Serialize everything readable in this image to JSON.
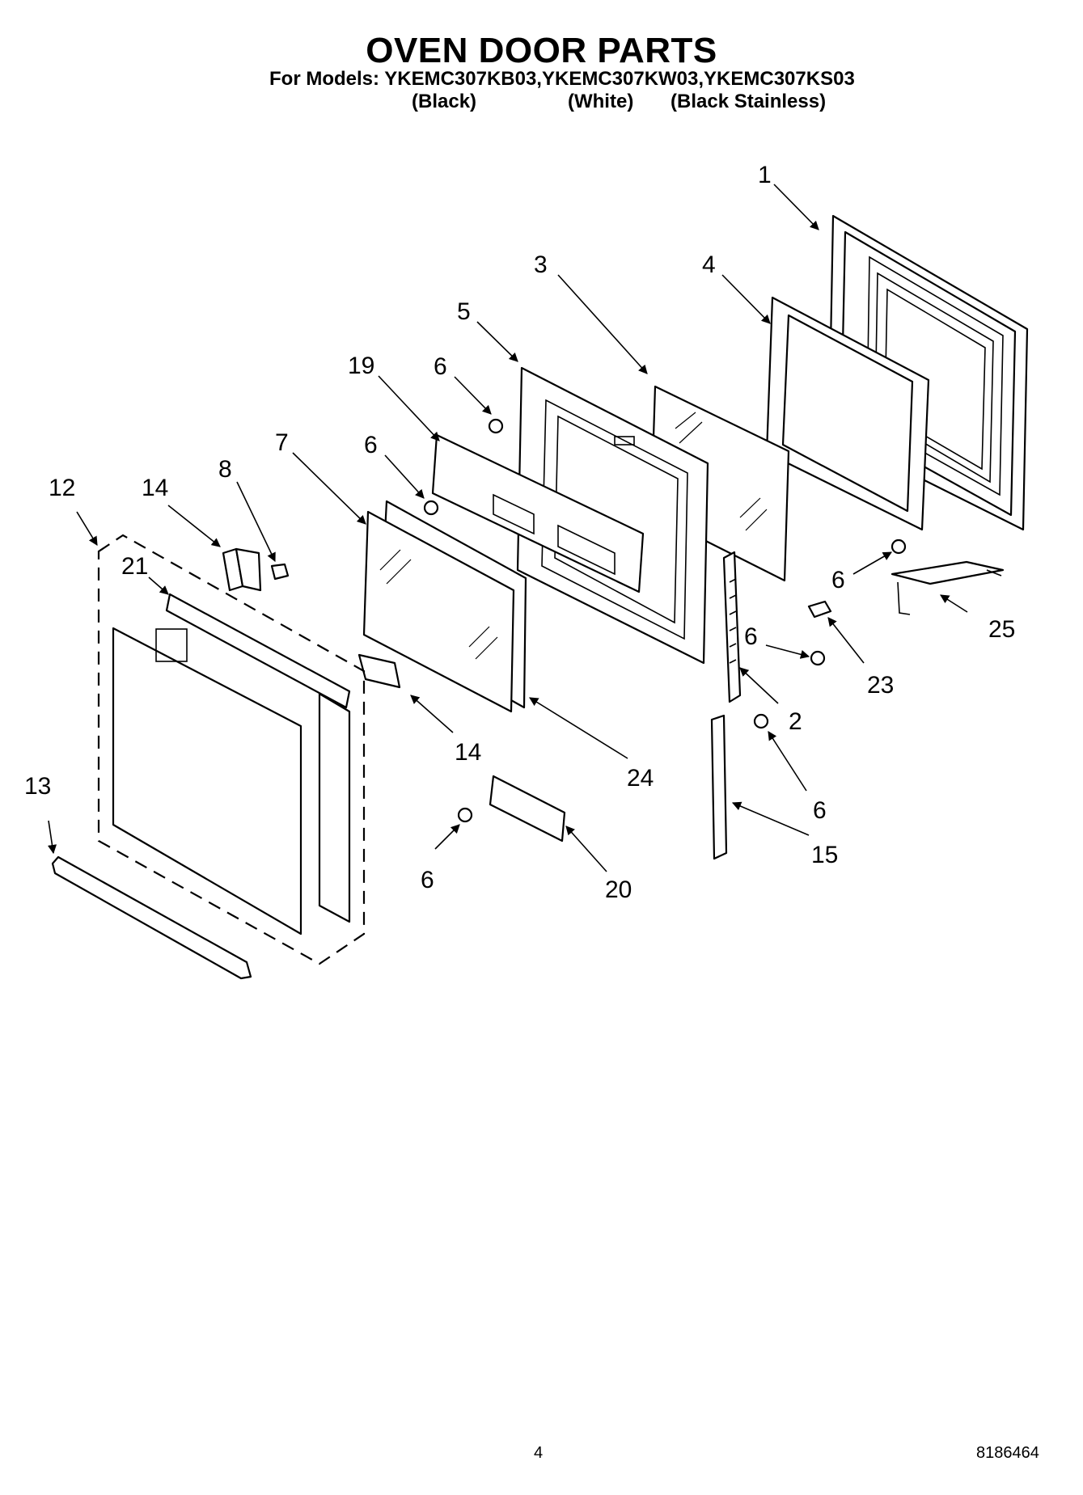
{
  "header": {
    "title": "OVEN DOOR PARTS",
    "models_line": "For Models: YKEMC307KB03,YKEMC307KW03,YKEMC307KS03",
    "colors": [
      "(Black)",
      "(White)",
      "(Black Stainless)"
    ]
  },
  "callouts": [
    {
      "id": "c1",
      "label": "1"
    },
    {
      "id": "c3",
      "label": "3"
    },
    {
      "id": "c4",
      "label": "4"
    },
    {
      "id": "c5",
      "label": "5"
    },
    {
      "id": "c19",
      "label": "19"
    },
    {
      "id": "c6a",
      "label": "6"
    },
    {
      "id": "c7",
      "label": "7"
    },
    {
      "id": "c6b",
      "label": "6"
    },
    {
      "id": "c12",
      "label": "12"
    },
    {
      "id": "c14a",
      "label": "14"
    },
    {
      "id": "c8",
      "label": "8"
    },
    {
      "id": "c21",
      "label": "21"
    },
    {
      "id": "c6c",
      "label": "6"
    },
    {
      "id": "c25",
      "label": "25"
    },
    {
      "id": "c6d",
      "label": "6"
    },
    {
      "id": "c23",
      "label": "23"
    },
    {
      "id": "c2",
      "label": "2"
    },
    {
      "id": "c14b",
      "label": "14"
    },
    {
      "id": "c24",
      "label": "24"
    },
    {
      "id": "c13",
      "label": "13"
    },
    {
      "id": "c6e",
      "label": "6"
    },
    {
      "id": "c15",
      "label": "15"
    },
    {
      "id": "c6f",
      "label": "6"
    },
    {
      "id": "c20",
      "label": "20"
    }
  ],
  "footer": {
    "page_number": "4",
    "document_number": "8186464"
  }
}
